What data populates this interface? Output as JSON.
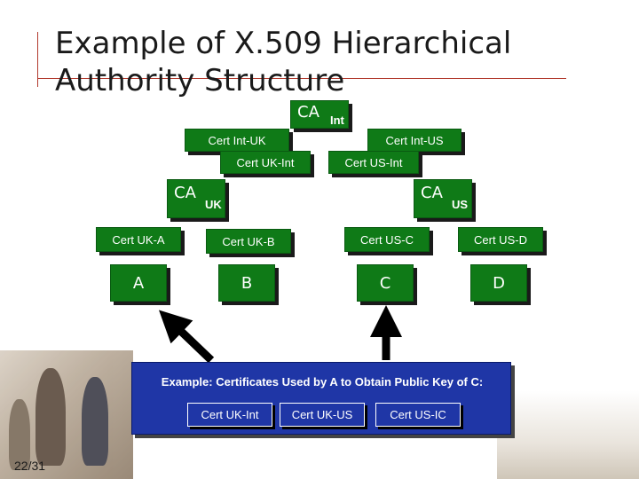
{
  "slide": {
    "title_line1": "Example of X.509 Hierarchical",
    "title_line2": "Authority Structure",
    "page_number": "22/31"
  },
  "tree": {
    "ca_int": {
      "ca": "CA",
      "sub": "Int"
    },
    "cert_int_uk": "Cert Int-UK",
    "cert_int_us": "Cert Int-US",
    "cert_uk_int": "Cert UK-Int",
    "cert_us_int": "Cert US-Int",
    "ca_uk": {
      "ca": "CA",
      "sub": "UK"
    },
    "ca_us": {
      "ca": "CA",
      "sub": "US"
    },
    "cert_uk_a": "Cert UK-A",
    "cert_uk_b": "Cert UK-B",
    "cert_us_c": "Cert US-C",
    "cert_us_d": "Cert US-D",
    "leaf_a": "A",
    "leaf_b": "B",
    "leaf_c": "C",
    "leaf_d": "D"
  },
  "example": {
    "title": "Example:  Certificates Used by A to Obtain Public Key of C:",
    "chips": [
      "Cert UK-Int",
      "Cert UK-US",
      "Cert US-IC"
    ]
  },
  "colors": {
    "node_green": "#0f7a17",
    "example_blue": "#1f36a6",
    "title_rule": "#b23a2e"
  }
}
